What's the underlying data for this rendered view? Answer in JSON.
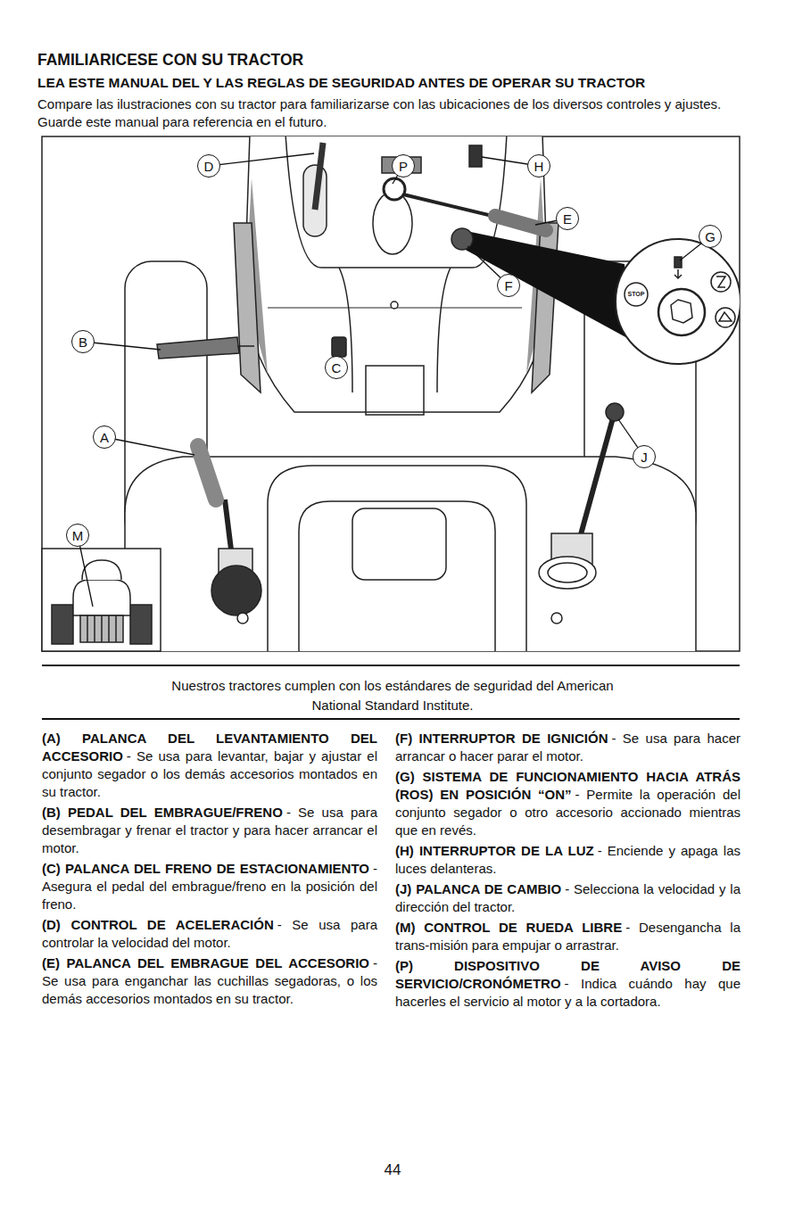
{
  "diagram": {
    "title": "FAMILIARICESE CON SU TRACTOR",
    "caption": "Nuestros tractores cumplen con los estándares de seguridad del American National Standard Institute.",
    "nodes": [
      {
        "text": [
          "D"
        ]
      },
      {
        "text": [
          "P"
        ]
      },
      {
        "text": [
          "H"
        ]
      },
      {
        "text": [
          "E"
        ]
      },
      {
        "text": [
          "G"
        ]
      },
      {
        "text": [
          "F"
        ]
      },
      {
        "text": [
          "B"
        ]
      },
      {
        "text": [
          "C"
        ]
      },
      {
        "text": [
          "A"
        ]
      },
      {
        "text": [
          "J"
        ]
      },
      {
        "text": [
          "M"
        ]
      }
    ],
    "labels": [
      "LEA ESTE MANUAL DEL Y LAS REGLAS DE SEGURIDAD ANTES DE OPERAR SU TRACTOR",
      "Compare las ilustraciones con su tractor para familiarizarse con las ubicaciones de los diversos controles y ajustes. Guarde este manual para referencia en el futuro.",
      "STOP",
      "(A) PALANCA DEL LEVANTAMIENTO DEL ACCESORIO",
      "- Se usa para levantar, bajar y ajustar el conjunto segador o los demás accesorios montados en su tractor.",
      "(B) PEDAL DEL EMBRAGUE/FRENO",
      "- Se usa para desembragar y frenar el tractor y para hacer arrancar el motor.",
      "(C) PALANCA DEL FRENO DE ESTACIONAMIENTO",
      "- Asegura el pedal del embrague/freno en la posición del freno.",
      "(D) CONTROL DE ACELERACIÓN",
      "- Se usa para controlar la velocidad del motor.",
      "(E) PALANCA DEL EMBRAGUE DEL ACCESORIO",
      "- Se usa para enganchar las cuchillas segadoras, o los demás accesorios montados en su tractor.",
      "(F) INTERRUPTOR DE IGNICIÓN",
      "- Se usa para hacer arrancar o hacer parar el motor.",
      "(G) SISTEMA DE FUNCIONAMIENTO HACIA ATRÁS (ROS) EN POSICIÓN “ON”",
      "- Permite la operación del conjunto segador o otro accesorio accionado mientras que en revés.",
      "(H) INTERRUPTOR DE LA LUZ",
      "- Enciende y apaga las luces delanteras.",
      "(J) PALANCA DE CAMBIO",
      "- Selecciona la velocidad y la dirección del tractor.",
      "(M) CONTROL DE RUEDA LIBRE",
      "- Desengancha la trans-misión para empujar o arrastrar.",
      "(P) DISPOSITIVO DE AVISO DE SERVICIO/CRONÓMETRO",
      "- Indica cuándo hay que hacerles el servicio al motor y a la cortadora.",
      "44"
    ]
  }
}
